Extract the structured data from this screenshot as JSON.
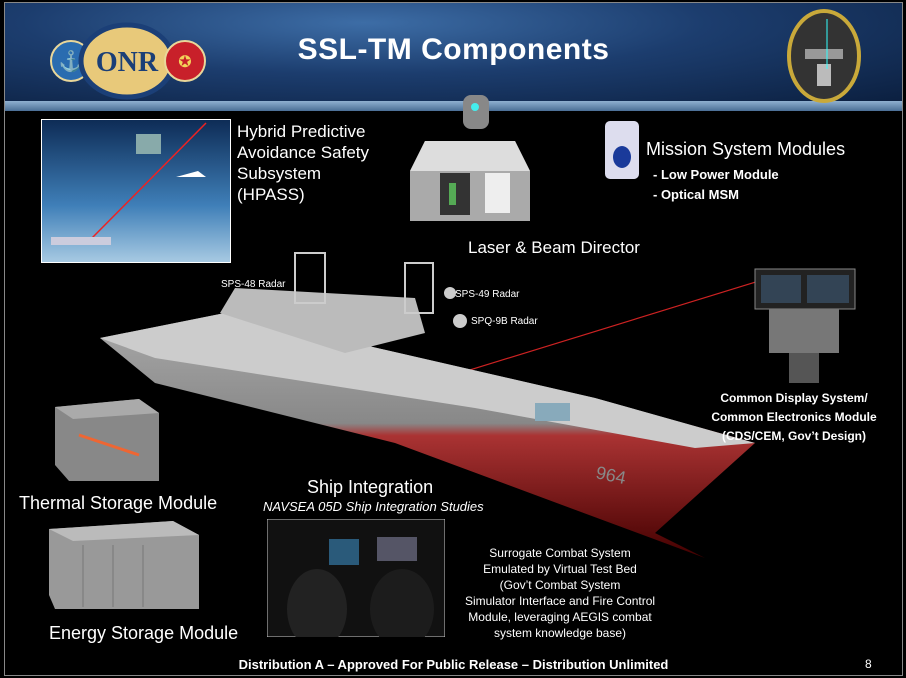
{
  "slide": {
    "title": "SSL-TM Components",
    "page_number": "8",
    "footer": "Distribution A – Approved For Public Release – Distribution Unlimited",
    "logos": {
      "left": "Office of Naval Research Science & Technology ONR",
      "right": "Solid State Laser"
    }
  },
  "components": {
    "hpass": {
      "line1": "Hybrid Predictive",
      "line2": "Avoidance Safety",
      "line3": "Subsystem",
      "line4": "(HPASS)"
    },
    "laser": "Laser  & Beam Director",
    "msm": {
      "title": "Mission System Modules",
      "items": [
        "- Low Power Module",
        "- Optical MSM"
      ]
    },
    "radars": {
      "sps48": "SPS-48 Radar",
      "sps49": "SPS-49 Radar",
      "spq9b": "SPQ-9B Radar"
    },
    "cds": {
      "line1": "Common Display System/",
      "line2": "Common Electronics Module",
      "line3": "(CDS/CEM, Gov’t Design)"
    },
    "thermal": "Thermal Storage Module",
    "energy": "Energy Storage Module",
    "ship_integration": {
      "title": "Ship Integration",
      "subtitle": "NAVSEA 05D Ship Integration Studies"
    },
    "hull_number": "964",
    "surrogate": {
      "lines": [
        "Surrogate Combat System",
        "Emulated by Virtual Test Bed",
        "(Gov’t Combat System",
        "Simulator Interface and Fire Control",
        "Module, leveraging AEGIS combat",
        "system knowledge base)"
      ]
    }
  }
}
